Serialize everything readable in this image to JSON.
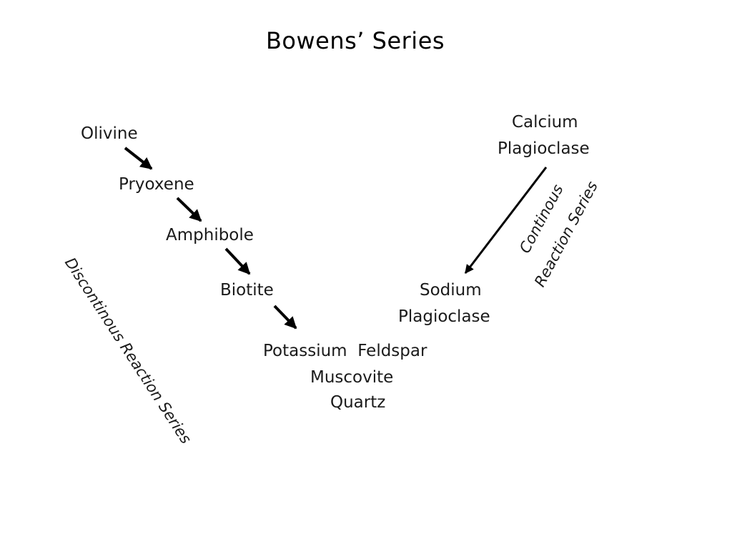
{
  "title": "Bowens’ Series",
  "discontinuous": {
    "minerals": [
      "Olivine",
      "Pryoxene",
      "Amphibole",
      "Biotite"
    ],
    "label": "Discontinous Reaction Series"
  },
  "continuous": {
    "top_line1": "Calcium",
    "top_line2": "Plagioclase",
    "bottom_line1": "Sodium",
    "bottom_line2": "Plagioclase",
    "label_line1": "Continous",
    "label_line2": "Reaction Series"
  },
  "final": [
    "Potassium  Feldspar",
    "Muscovite",
    "Quartz"
  ],
  "colors": {
    "arrow": "#000000",
    "text": "#1a1a1a"
  }
}
